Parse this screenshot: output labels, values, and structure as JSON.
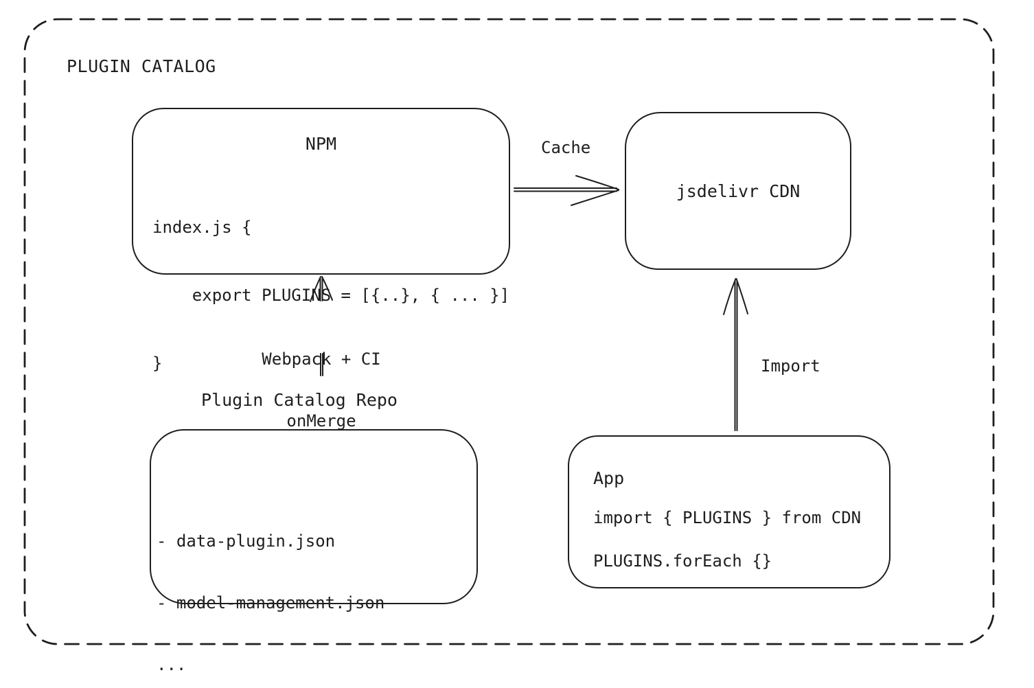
{
  "diagram": {
    "title": "PLUGIN CATALOG",
    "colors": {
      "stroke": "#1e1e1e",
      "background": "#ffffff"
    },
    "nodes": {
      "npm": {
        "title": "NPM",
        "code": [
          "index.js {",
          "    export PLUGINS = [{..}, { ... }]",
          "}"
        ]
      },
      "cdn": {
        "label": "jsdelivr CDN"
      },
      "repo": {
        "title": "Plugin Catalog Repo",
        "items": [
          "- data-plugin.json",
          "- model-management.json",
          "..."
        ]
      },
      "app": {
        "title": "App",
        "code": [
          "import { PLUGINS } from CDN",
          "PLUGINS.forEach {}"
        ]
      }
    },
    "edges": {
      "cache": {
        "label": "Cache",
        "from": "npm",
        "to": "cdn"
      },
      "build": {
        "label_line1": "Webpack + CI",
        "label_line2": "onMerge",
        "from": "repo",
        "to": "npm"
      },
      "import": {
        "label": "Import",
        "from": "app",
        "to": "cdn"
      }
    }
  }
}
